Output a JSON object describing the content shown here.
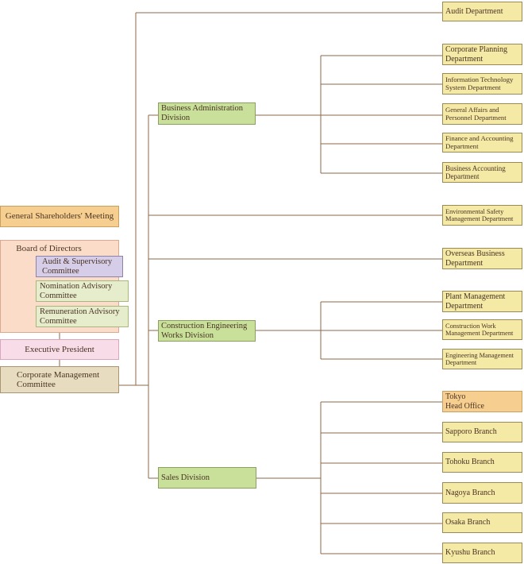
{
  "left": {
    "shareholders": "General Shareholders' Meeting",
    "board": "Board of Directors",
    "audit_committee": "Audit & Supervisory\nCommittee",
    "nomination_committee": "Nomination Advisory\nCommittee",
    "remuneration_committee": "Remuneration Advisory\nCommittee",
    "president": "Executive President",
    "corporate_committee": "Corporate Management\nCommittee"
  },
  "divisions": {
    "business_admin": "Business Administration\nDivision",
    "construction": "Construction Engineering\nWorks Division",
    "sales": "Sales Division"
  },
  "departments": {
    "audit": "Audit Department",
    "corporate_planning": "Corporate Planning\nDepartment",
    "it_system": "Information Technology\nSystem Department",
    "general_affairs": "General Affairs and\nPersonnel Department",
    "finance": "Finance and Accounting\nDepartment",
    "business_accounting": "Business Accounting\nDepartment",
    "environmental_safety": "Environmental Safety\nManagement Department",
    "overseas": "Overseas Business\nDepartment",
    "plant_management": "Plant Management\nDepartment",
    "construction_work": "Construction Work\nManagement Department",
    "engineering": "Engineering Management\nDepartment"
  },
  "branches": {
    "tokyo": "Tokyo\nHead Office",
    "sapporo": "Sapporo Branch",
    "tohoku": "Tohoku Branch",
    "nagoya": "Nagoya Branch",
    "osaka": "Osaka Branch",
    "kyushu": "Kyushu Branch"
  },
  "colors": {
    "line": "#8b6a4a",
    "department": "#f5e9a6",
    "division": "#c8e09a",
    "head_office": "#f6cf90"
  }
}
